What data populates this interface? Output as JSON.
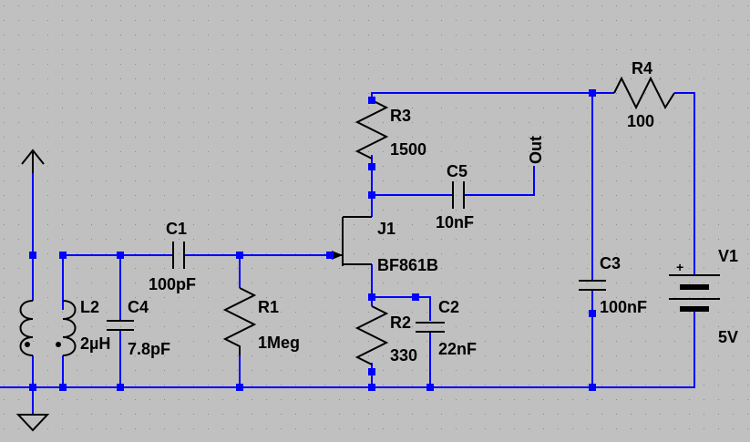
{
  "colors": {
    "background": "#c0c0c0",
    "grid": "#8a8a8a",
    "wire": "#0000ff",
    "junction": "#0000ff",
    "component": "#000000",
    "text": "#000000"
  },
  "components": {
    "R4": {
      "name": "R4",
      "value": "100"
    },
    "R3": {
      "name": "R3",
      "value": "1500"
    },
    "C5": {
      "name": "C5",
      "value": "10nF"
    },
    "J1": {
      "name": "J1",
      "value": "BF861B"
    },
    "C1": {
      "name": "C1",
      "value": "100pF"
    },
    "R1": {
      "name": "R1",
      "value": "1Meg"
    },
    "L2": {
      "name": "L2",
      "value": "2µH"
    },
    "C4": {
      "name": "C4",
      "value": "7.8pF"
    },
    "R2": {
      "name": "R2",
      "value": "330"
    },
    "C2": {
      "name": "C2",
      "value": "22nF"
    },
    "C3": {
      "name": "C3",
      "value": "100nF"
    },
    "V1": {
      "name": "V1",
      "value": "5V"
    }
  },
  "labels": {
    "out": "Out",
    "v1_plus": "+"
  },
  "icons": {
    "antenna": "antenna-icon",
    "ground": "ground-icon"
  }
}
